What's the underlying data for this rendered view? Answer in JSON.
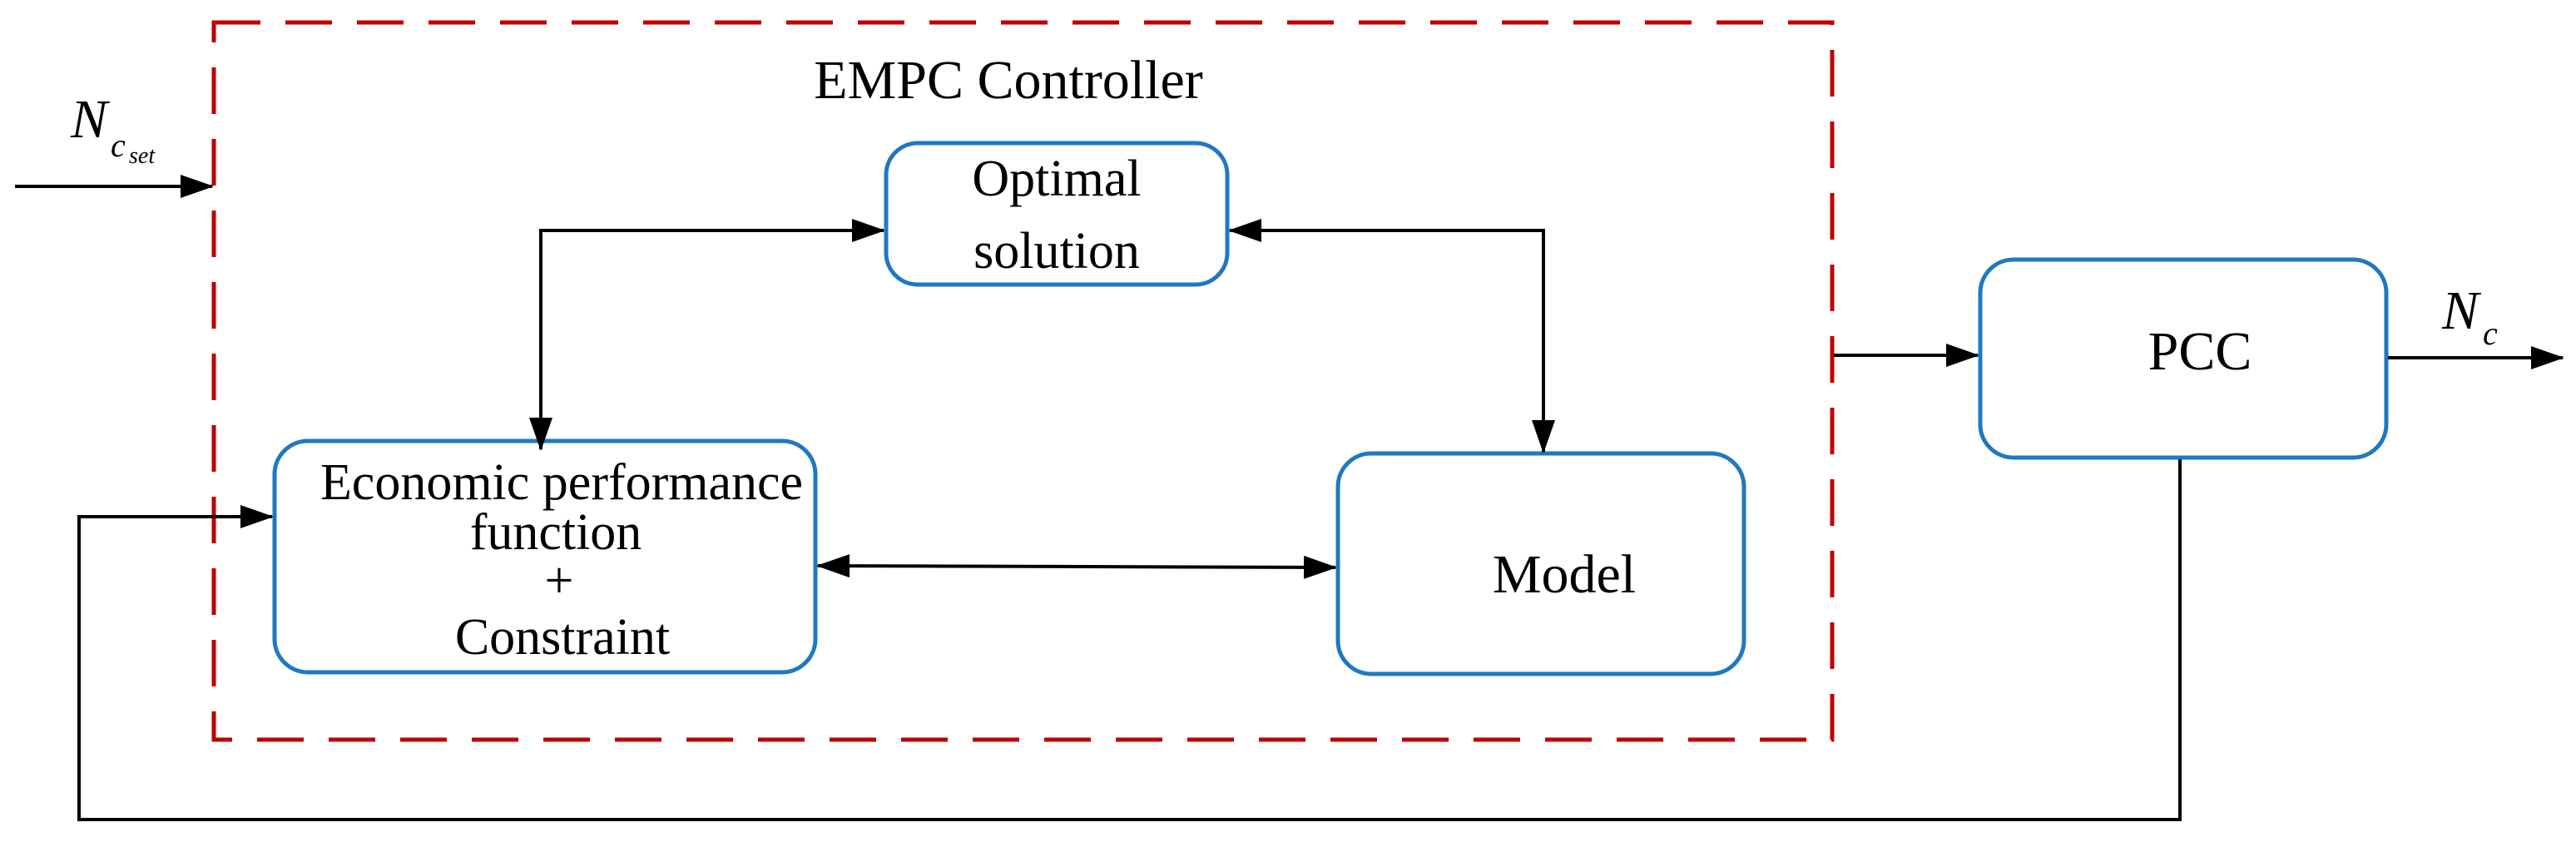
{
  "controller": {
    "title": "EMPC Controller"
  },
  "blocks": {
    "optimal_solution": {
      "line1": "Optimal",
      "line2": "solution"
    },
    "economic": {
      "line1": "Economic performance",
      "line2": "function",
      "line3": "+",
      "line4": "Constraint"
    },
    "model": {
      "label": "Model"
    },
    "pcc": {
      "label": "PCC"
    }
  },
  "signals": {
    "input_symbol": "N",
    "input_sub": "c",
    "input_subsub": "set",
    "output_symbol": "N",
    "output_sub": "c"
  },
  "colors": {
    "controller_border": "#c00000",
    "block_border": "#1f78c1",
    "wire": "#000000"
  }
}
